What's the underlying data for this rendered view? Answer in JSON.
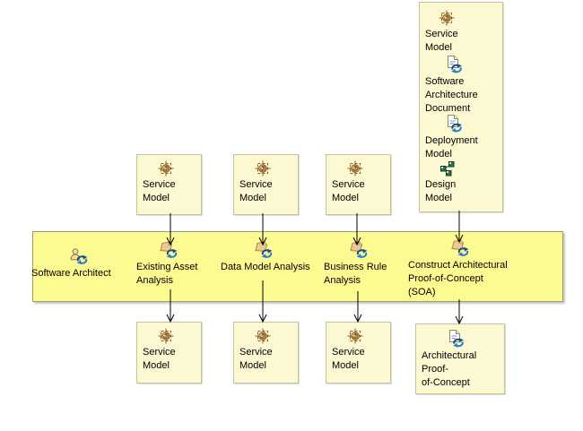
{
  "colors": {
    "canvas_bg": "#FFFFFF",
    "band_bg": "#FBFB91",
    "band_border": "#9C9C74",
    "box_bg": "#FCF8D2",
    "box_border": "#C6C29A",
    "arrow": "#000000",
    "model_icon_brown": "#8A5A2A",
    "task_icon_tan": "#ECCA92",
    "cycle_badge_blue": "#17508F",
    "design_icon_green": "#2E7050"
  },
  "input_group_box": {
    "items": [
      {
        "icon": "service-model-icon",
        "label": "Service\nModel"
      },
      {
        "icon": "artifact-icon",
        "label": "Software\nArchitecture\nDocument"
      },
      {
        "icon": "artifact-icon",
        "label": "Deployment\nModel"
      },
      {
        "icon": "design-model-icon",
        "label": "Design\nModel"
      }
    ]
  },
  "input_boxes": [
    {
      "icon": "service-model-icon",
      "label": "Service\nModel"
    },
    {
      "icon": "service-model-icon",
      "label": "Service\nModel"
    },
    {
      "icon": "service-model-icon",
      "label": "Service\nModel"
    }
  ],
  "band": {
    "role": {
      "icon": "role-performer-icon",
      "label": "Software Architect"
    },
    "tasks": [
      {
        "icon": "task-icon",
        "label": "Existing Asset\nAnalysis"
      },
      {
        "icon": "task-icon",
        "label": "Data Model Analysis"
      },
      {
        "icon": "task-icon",
        "label": "Business Rule\nAnalysis"
      },
      {
        "icon": "task-icon",
        "label": "Construct Architectural\nProof-of-Concept\n(SOA)"
      }
    ]
  },
  "output_boxes": [
    {
      "icon": "service-model-icon",
      "label": "Service\nModel"
    },
    {
      "icon": "service-model-icon",
      "label": "Service\nModel"
    },
    {
      "icon": "service-model-icon",
      "label": "Service\nModel"
    },
    {
      "icon": "artifact-icon",
      "label": "Architectural\nProof-\nof-Concept"
    }
  ]
}
